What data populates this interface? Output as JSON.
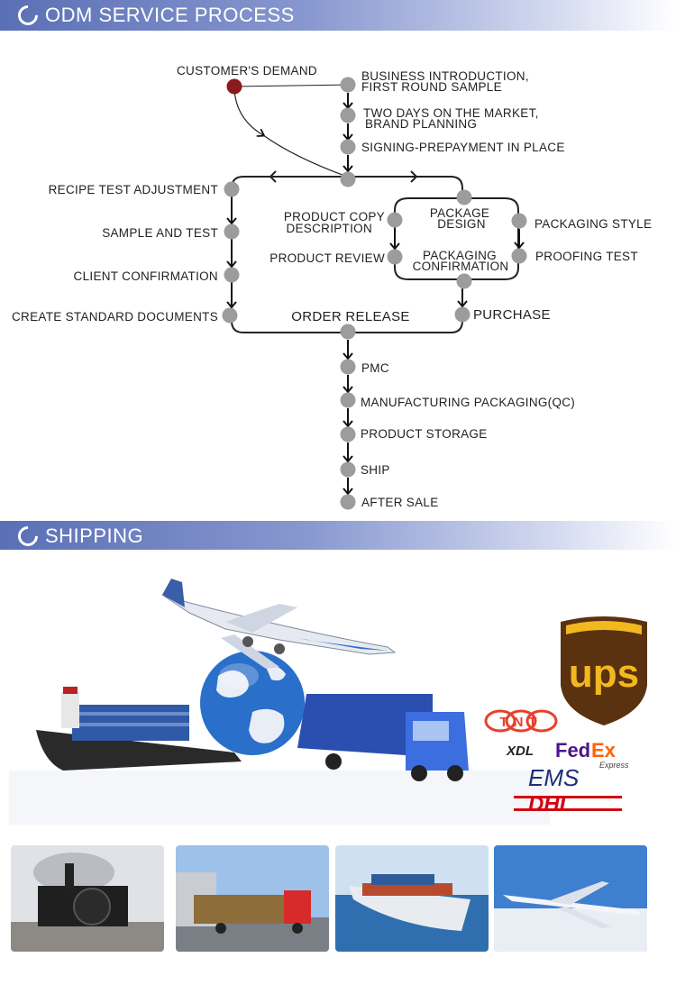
{
  "sections": {
    "process_title": "ODM SERVICE PROCESS",
    "shipping_title": "SHIPPING"
  },
  "flow": {
    "start": "CUSTOMER'S DEMAND",
    "top_steps": [
      [
        "BUSINESS INTRODUCTION,",
        "FIRST ROUND SAMPLE"
      ],
      [
        "TWO DAYS ON THE MARKET,",
        "BRAND PLANNING"
      ],
      [
        "SIGNING-PREPAYMENT IN PLACE"
      ]
    ],
    "left_steps": [
      "RECIPE TEST ADJUSTMENT",
      "SAMPLE AND TEST",
      "CLIENT CONFIRMATION",
      "CREATE STANDARD DOCUMENTS"
    ],
    "package_design": [
      "PACKAGE",
      "DESIGN"
    ],
    "product_copy": [
      "PRODUCT COPY",
      "DESCRIPTION"
    ],
    "product_review": "PRODUCT REVIEW",
    "packaging_style": "PACKAGING STYLE",
    "proofing_test": "PROOFING TEST",
    "packaging_confirmation": [
      "PACKAGING",
      "CONFIRMATION"
    ],
    "purchase": "PURCHASE",
    "order_release": "ORDER RELEASE",
    "bottom_steps": [
      "PMC",
      "MANUFACTURING PACKAGING(QC)",
      "PRODUCT STORAGE",
      "SHIP",
      "AFTER SALE"
    ]
  },
  "carriers": {
    "ups": "ups",
    "tnt": "TNT",
    "xdl": "XDL",
    "fedex_fed": "Fed",
    "fedex_ex": "Ex",
    "fedex_sub": "Express",
    "ems": "EMS",
    "dhl": "DHL"
  },
  "colors": {
    "banner": "#5a6fb5",
    "start_dot": "#8b1a1a",
    "step_dot": "#9c9c9c",
    "ups_brown": "#5a3210",
    "ups_gold": "#f2b81f",
    "tnt_red": "#e8402a",
    "fedex_purple": "#4d148c",
    "fedex_orange": "#ff6200",
    "dhl_red": "#d40511"
  }
}
